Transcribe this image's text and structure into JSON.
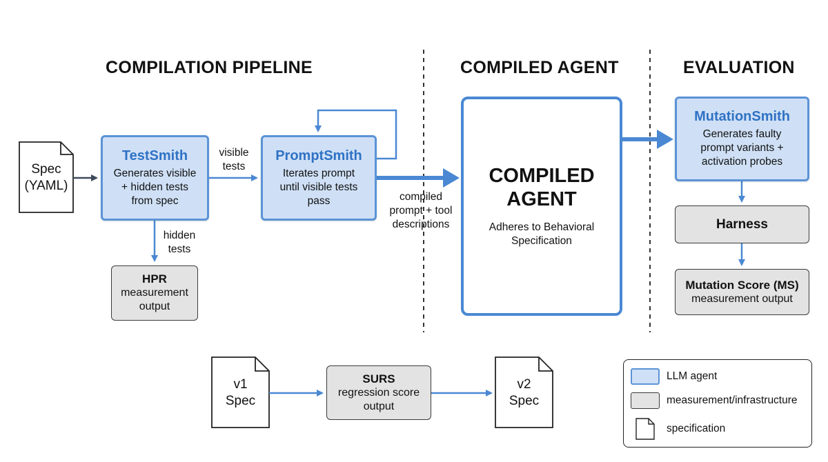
{
  "sections": {
    "pipeline": "COMPILATION PIPELINE",
    "compiled_agent": "COMPILED AGENT",
    "evaluation": "EVALUATION"
  },
  "spec_doc": {
    "line1": "Spec",
    "line2": "(YAML)"
  },
  "testsmith": {
    "title": "TestSmith",
    "line1": "Generates visible",
    "line2": "+ hidden tests",
    "line3": "from spec"
  },
  "visible_tests_label": {
    "line1": "visible",
    "line2": "tests"
  },
  "hidden_tests_label": {
    "line1": "hidden",
    "line2": "tests"
  },
  "promptsmith": {
    "title": "PromptSmith",
    "line1": "Iterates prompt",
    "line2": "until visible tests",
    "line3": "pass"
  },
  "hpr": {
    "title": "HPR",
    "line1": "measurement",
    "line2": "output"
  },
  "compiled_label": {
    "line1": "compiled",
    "line2": "prompt + tool",
    "line3": "descriptions"
  },
  "compiled_agent_box": {
    "title_line1": "COMPILED",
    "title_line2": "AGENT",
    "desc_line1": "Adheres to Behavioral",
    "desc_line2": "Specification"
  },
  "mutationsmith": {
    "title": "MutationSmith",
    "line1": "Generates faulty",
    "line2": "prompt variants +",
    "line3": "activation probes"
  },
  "harness": {
    "title": "Harness"
  },
  "mutation_score": {
    "title": "Mutation Score (MS)",
    "line1": "measurement output"
  },
  "v1_doc": {
    "line1": "v1",
    "line2": "Spec"
  },
  "surs": {
    "title": "SURS",
    "line1": "regression score",
    "line2": "output"
  },
  "v2_doc": {
    "line1": "v2",
    "line2": "Spec"
  },
  "legend": {
    "llm_agent": "LLM agent",
    "infrastructure": "measurement/infrastructure",
    "specification": "specification"
  },
  "colors": {
    "agent_fill": "#cfe0f6",
    "agent_border": "#5b93d6",
    "infra_fill": "#e3e3e3",
    "arrow": "#4a88d3"
  }
}
